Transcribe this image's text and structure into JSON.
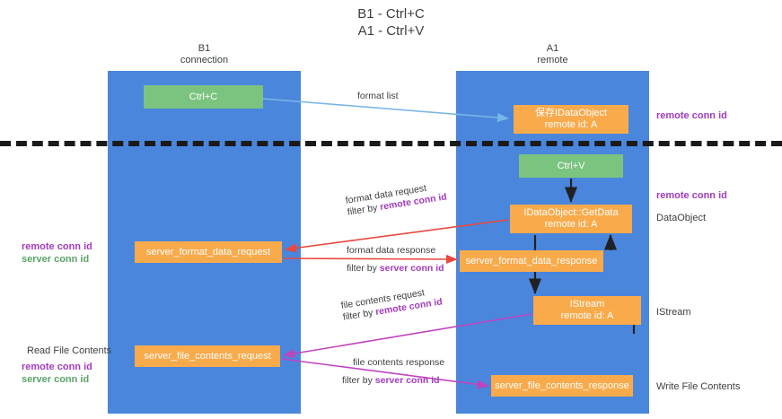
{
  "title": {
    "line1": "B1 - Ctrl+C",
    "line2": "A1 - Ctrl+V"
  },
  "columns": [
    {
      "name": "B1",
      "role": "connection"
    },
    {
      "name": "A1",
      "role": "remote"
    }
  ],
  "nodes": {
    "ctrl_c": "Ctrl+C",
    "ctrl_v": "Ctrl+V",
    "idataobject_title": "保存IDataObject",
    "idataobject_sub": "remote id: A",
    "getdata_title": "IDataObject::GetData",
    "getdata_sub": "remote id: A",
    "istream_title": "IStream",
    "istream_sub": "remote id: A",
    "server_format_data_request": "server_format_data_request",
    "server_format_data_response": "server_format_data_response",
    "server_file_contents_request": "server_file_contents_request",
    "server_file_contents_response": "server_file_contents_response"
  },
  "edge_labels": {
    "format_list": "format list",
    "format_data_request": "format data request",
    "format_data_request_filter_prefix": "filter by ",
    "format_data_request_filter_key": "remote conn id",
    "format_data_response": "format data response",
    "format_data_response_filter_prefix": "filter by ",
    "format_data_response_filter_key": "server conn id",
    "file_contents_request": "file contents request",
    "file_contents_request_filter_prefix": "filter by ",
    "file_contents_request_filter_key": "remote conn id",
    "file_contents_response": "file contents response",
    "file_contents_response_filter_prefix": "filter by ",
    "file_contents_response_filter_key": "server conn id"
  },
  "side_notes": {
    "right_1": "remote conn id",
    "right_2": "remote conn id",
    "right_3": "DataObject",
    "right_4": "IStream",
    "right_5": "Write File Contents",
    "left_1_a": "remote conn id",
    "left_1_b": "server conn id",
    "left_2": "Read File Contents",
    "left_3_a": "remote conn id",
    "left_3_b": "server conn id"
  },
  "colors": {
    "panel_blue": "#4a86dc",
    "node_green": "#7ac47f",
    "node_orange": "#f9aa4b",
    "accent_purple": "#a33bbf",
    "accent_green": "#5aa469",
    "arrow_blue": "#7ab6e8",
    "arrow_red": "#e8483f",
    "arrow_magenta": "#c043c0",
    "arrow_black": "#202124",
    "divider_black": "#1a1a1a",
    "text": "#3c4043"
  }
}
